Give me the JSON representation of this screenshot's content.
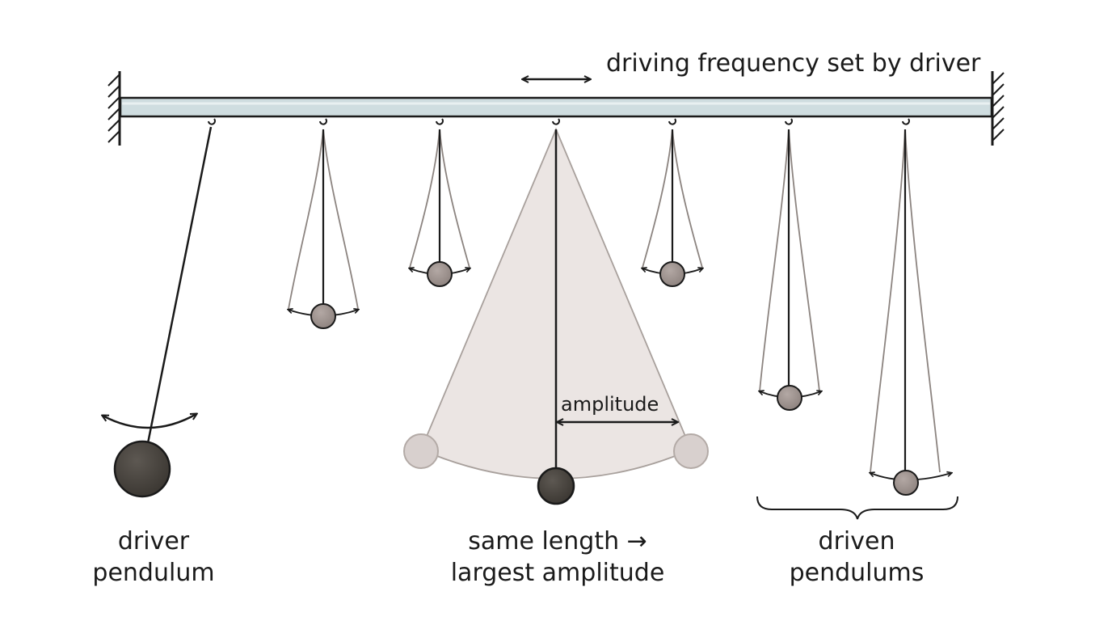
{
  "labels": {
    "driving_frequency": "driving frequency set by driver",
    "amplitude": "amplitude",
    "driver_line1": "driver",
    "driver_line2": "pendulum",
    "same_length_line1": "same length →",
    "same_length_line2": "largest amplitude",
    "driven_line1": "driven",
    "driven_line2": "pendulums"
  },
  "colors": {
    "beam": "#cfdde0",
    "line": "#1a1a1a",
    "bob_dark": "#45413c",
    "bob_light": "#a59a96",
    "bob_ghost": "#d8d0ce",
    "sweep_fill": "#ebe5e3",
    "sweep_edge": "#a8a09c"
  }
}
